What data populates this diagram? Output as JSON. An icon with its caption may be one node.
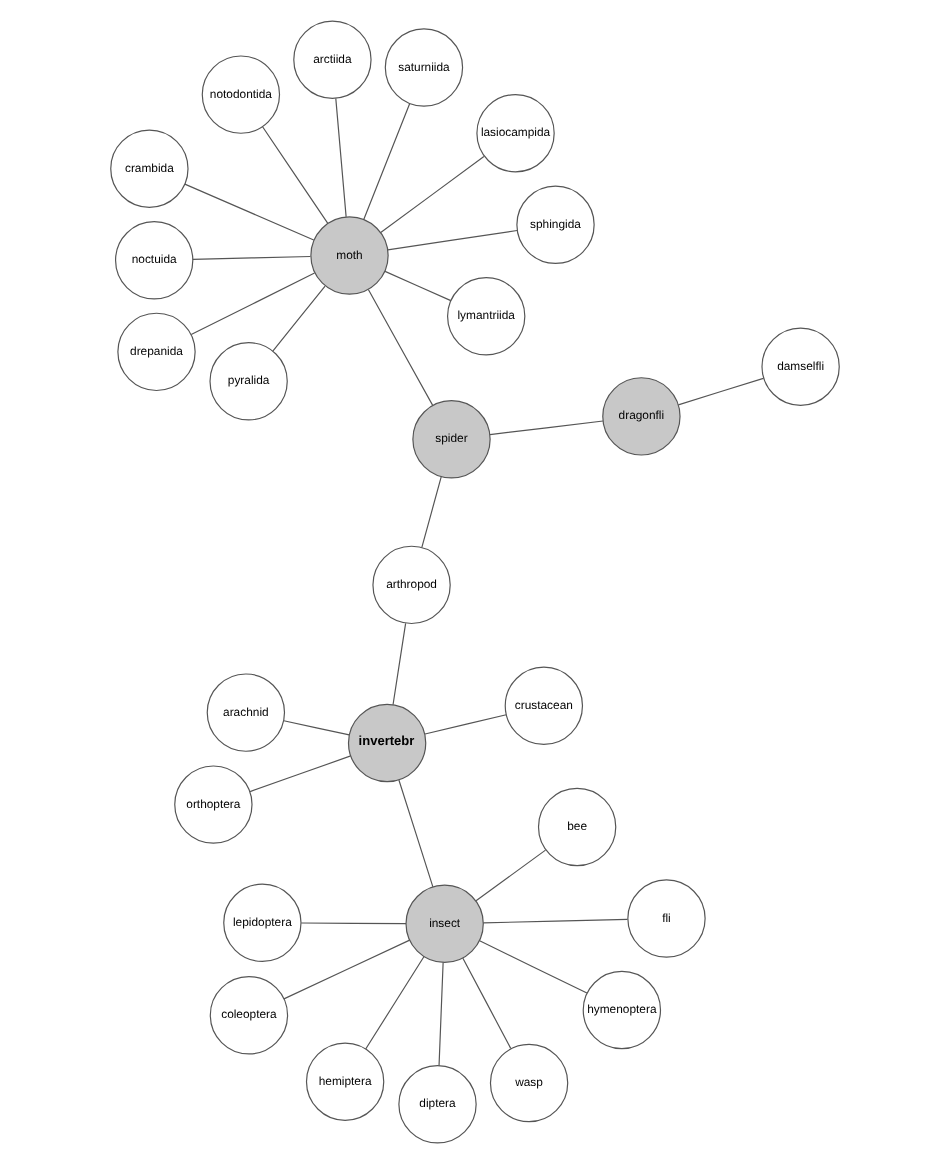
{
  "diagram": {
    "nodes": [
      {
        "text": [
          "invertebr"
        ]
      },
      {
        "text": [
          "crustacean"
        ]
      },
      {
        "text": [
          "orthoptera"
        ]
      },
      {
        "text": [
          "arachnid"
        ]
      },
      {
        "text": [
          "arthropod"
        ]
      },
      {
        "text": [
          "insect"
        ]
      },
      {
        "text": [
          "coleoptera"
        ]
      },
      {
        "text": [
          "hymenoptera"
        ]
      },
      {
        "text": [
          "hemiptera"
        ]
      },
      {
        "text": [
          "wasp"
        ]
      },
      {
        "text": [
          "diptera"
        ]
      },
      {
        "text": [
          "lepidoptera"
        ]
      },
      {
        "text": [
          "fli"
        ]
      },
      {
        "text": [
          "bee"
        ]
      },
      {
        "text": [
          "spider"
        ]
      },
      {
        "text": [
          "dragonfli"
        ]
      },
      {
        "text": [
          "damselfli"
        ]
      },
      {
        "text": [
          "moth"
        ]
      },
      {
        "text": [
          "crambida"
        ]
      },
      {
        "text": [
          "notodontida"
        ]
      },
      {
        "text": [
          "pyralida"
        ]
      },
      {
        "text": [
          "drepanida"
        ]
      },
      {
        "text": [
          "lasiocampida"
        ]
      },
      {
        "text": [
          "saturniida"
        ]
      },
      {
        "text": [
          "arctiida"
        ]
      },
      {
        "text": [
          "lymantriida"
        ]
      },
      {
        "text": [
          "sphingida"
        ]
      },
      {
        "text": [
          "noctuida"
        ]
      }
    ],
    "edges": [
      {
        "from": 0,
        "to": 1,
        "arrow": "none"
      },
      {
        "from": 0,
        "to": 2,
        "arrow": "none"
      },
      {
        "from": 0,
        "to": 3,
        "arrow": "none"
      },
      {
        "from": 0,
        "to": 4,
        "arrow": "none"
      },
      {
        "from": 0,
        "to": 5,
        "arrow": "none"
      },
      {
        "from": 5,
        "to": 6,
        "arrow": "none"
      },
      {
        "from": 5,
        "to": 7,
        "arrow": "none"
      },
      {
        "from": 5,
        "to": 8,
        "arrow": "none"
      },
      {
        "from": 5,
        "to": 9,
        "arrow": "none"
      },
      {
        "from": 5,
        "to": 10,
        "arrow": "none"
      },
      {
        "from": 5,
        "to": 11,
        "arrow": "none"
      },
      {
        "from": 5,
        "to": 12,
        "arrow": "none"
      },
      {
        "from": 5,
        "to": 13,
        "arrow": "none"
      },
      {
        "from": 4,
        "to": 14,
        "arrow": "none"
      },
      {
        "from": 14,
        "to": 15,
        "arrow": "none"
      },
      {
        "from": 15,
        "to": 16,
        "arrow": "none"
      },
      {
        "from": 14,
        "to": 17,
        "arrow": "none"
      },
      {
        "from": 17,
        "to": 18,
        "arrow": "none"
      },
      {
        "from": 17,
        "to": 19,
        "arrow": "none"
      },
      {
        "from": 17,
        "to": 20,
        "arrow": "none"
      },
      {
        "from": 17,
        "to": 21,
        "arrow": "none"
      },
      {
        "from": 17,
        "to": 22,
        "arrow": "none"
      },
      {
        "from": 17,
        "to": 23,
        "arrow": "none"
      },
      {
        "from": 17,
        "to": 24,
        "arrow": "none"
      },
      {
        "from": 17,
        "to": 25,
        "arrow": "none"
      },
      {
        "from": 17,
        "to": 26,
        "arrow": "none"
      },
      {
        "from": 17,
        "to": 27,
        "arrow": "none"
      }
    ]
  }
}
